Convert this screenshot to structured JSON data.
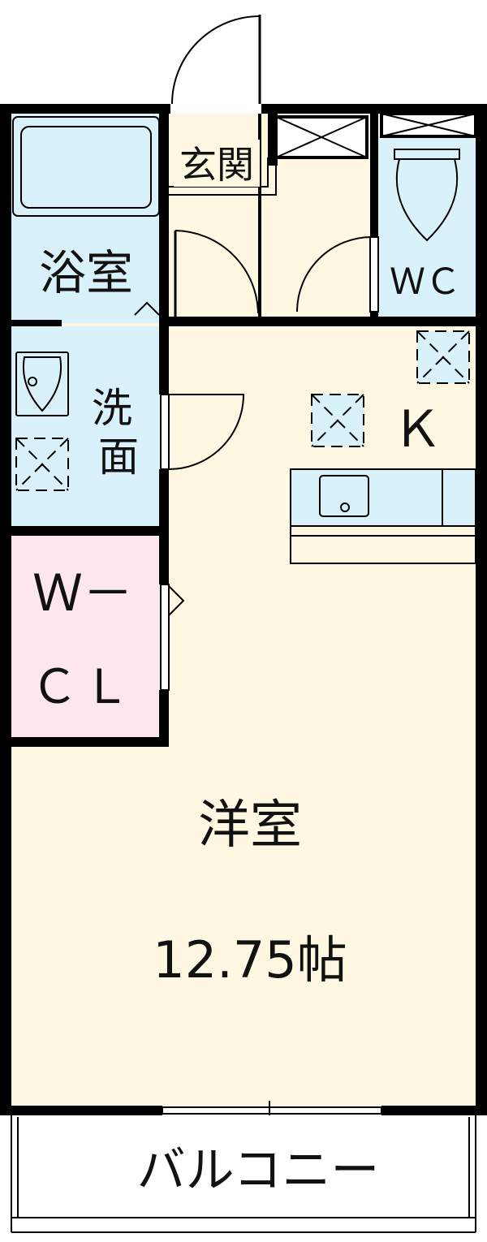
{
  "rooms": {
    "entrance": "玄関",
    "bath": "浴室",
    "wc": "ＷＣ",
    "washroom": "洗面",
    "kitchen": "Ｋ",
    "closet_top": "Ｗ－",
    "closet_bottom": "ＣＬ",
    "western_room": "洋室",
    "area": "12.75帖",
    "balcony": "バルコニー"
  },
  "colors": {
    "wet_area": "#d9f1fa",
    "floor": "#fef7e1",
    "closet": "#fde6ee",
    "wall": "#000000"
  }
}
